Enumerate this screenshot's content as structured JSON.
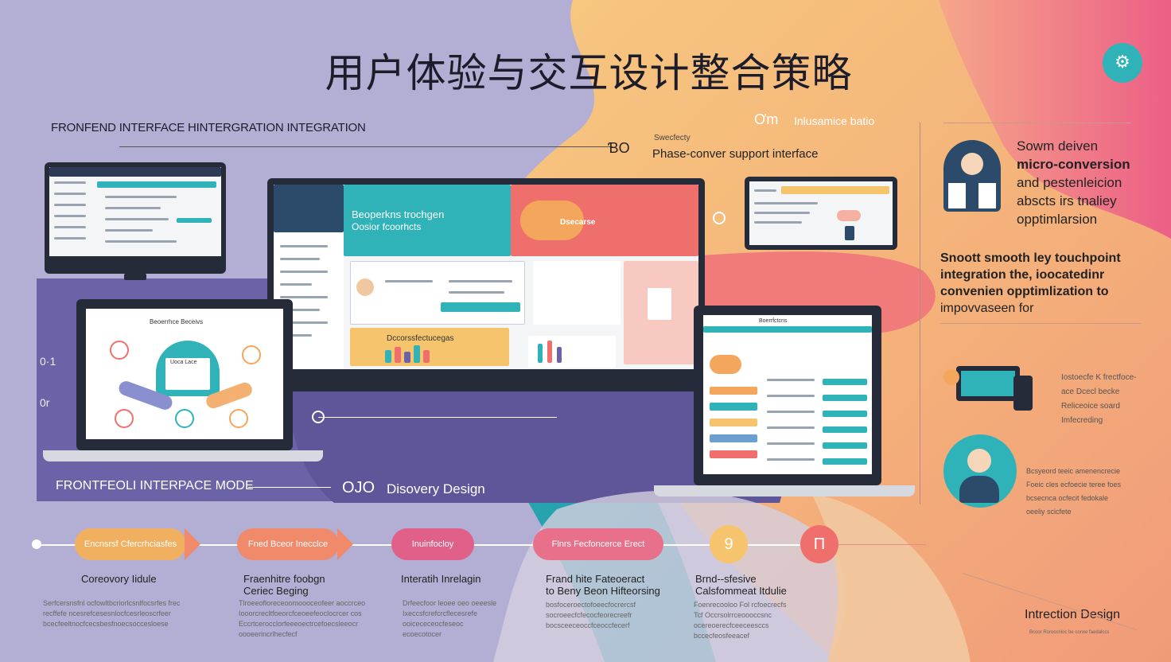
{
  "title": "用户体验与交互设计整合策略",
  "subtitle": "FRONFEND INTERFACE HINTERGRATION INTEGRATION",
  "header_right": {
    "mark": "Ơm",
    "label": "Inlusamice batio",
    "note_small": "Swecfecty",
    "note": "Phase-conver support interface",
    "no_mark": "ƁO"
  },
  "main_screen": {
    "headline1": "Beoperkns trochgen",
    "headline2": "Oosior fcoorhcts",
    "badge": "Dsecarse",
    "caption": "Dccorssfectucegas"
  },
  "laptop_screen_title": "Beoerrhce Beceivs",
  "laptop_center_label": "Uoca Lace",
  "tablet_title": "Boerrfctcns",
  "left_markers": {
    "m1": "0·1",
    "m2": "0r"
  },
  "mode_label": "FRONTFEOLI INTERPACE MODE",
  "discovery": {
    "mark": "OJO",
    "label": "Disovery Design"
  },
  "right_panel": {
    "block1": [
      "Sowm deiven",
      "micro-conversion",
      "and pestenleicion",
      "abscts irs tnaliey",
      "opptimlarsion"
    ],
    "block2": [
      "Snoott smooth ley touchpoint",
      "integration the, ioocatedinr",
      "convenien opptimlization to",
      "impovvaseen for"
    ],
    "block3": [
      "Iostoecfe K frectfoce-",
      "ace Dcecl becke",
      "Reliceoice soard",
      "Imfecreding"
    ],
    "block4": [
      "Bcsyeord teeic amenencrecie",
      "Foeic cles ecfoecie teree foes",
      "bcsecnca ocfecit fedokale",
      "oeeliy scicfete"
    ],
    "footer_title": "Intrection Design",
    "footer_small": "Bcoor Roroccnloc be conxe faedalccs"
  },
  "timeline": {
    "pills": [
      {
        "label": "Encnsrsf Cfercrhciasfes",
        "color": "#f0b060"
      },
      {
        "label": "Fned Bceor Inecclce",
        "color": "#f08a6a"
      },
      {
        "label": "Inuinfocloy",
        "color": "#e0608a"
      },
      {
        "label": "Flnrs Fecfoncerce Erect",
        "color": "#e9708a"
      }
    ],
    "node_labels": [
      "9",
      "Π"
    ],
    "stages": [
      {
        "title": "Coreovory Iidule",
        "desc": [
          "Serfcersnsfnl ocfowltbcriorlcsnlfocsrfes frec",
          "recffefe ncesrefcesesnlocfcesrleoscrfeer",
          "bcecfeeltnocfcecsbesfnoecsoccesloese"
        ]
      },
      {
        "title": "Fraenhitre foobgn\nCeriec Beging",
        "desc": [
          "Tlroeeofloreceoomoooceofeer aoccrceo",
          "Iooorcrecltfoeorcfceoeefeoclocrcer cos",
          "Eccrtcerocclorfeeeoectrcefoecsleeocr",
          "oooeerincrlhecfecf"
        ]
      },
      {
        "title": "Interatih Inrelagin",
        "desc": [
          "Drfeecfoor leoee oeo oeeesle",
          "Ixeccsfcrefcrcflecesrefe",
          "ooicececeocfeseoc",
          "ecoecotocer"
        ]
      },
      {
        "title": "Frand hite Fateoeract\nto Beny Beon Hifteorsing",
        "desc": [
          "bosfoceroectofoeecfocrercsf",
          "socroeecfcfecocfeorecreefr",
          "bocsceeceoccfceoccfecerf"
        ]
      },
      {
        "title": "Brnd--sfesive\nCalsfommeat Itdulie",
        "desc": [
          "Foenrecooloo Fol rcfoecrecfs",
          "Tcf Occrsolrrceoooccsnc",
          "ocereoerecfceeceesccs",
          "bccecfeosfeeacef"
        ]
      }
    ]
  },
  "colors": {
    "teal": "#2fb3b8",
    "coral": "#ef6f6c",
    "orange": "#f4a65c",
    "yellow": "#f7c46e",
    "purple": "#6b63a8",
    "pink": "#e95c8a"
  }
}
